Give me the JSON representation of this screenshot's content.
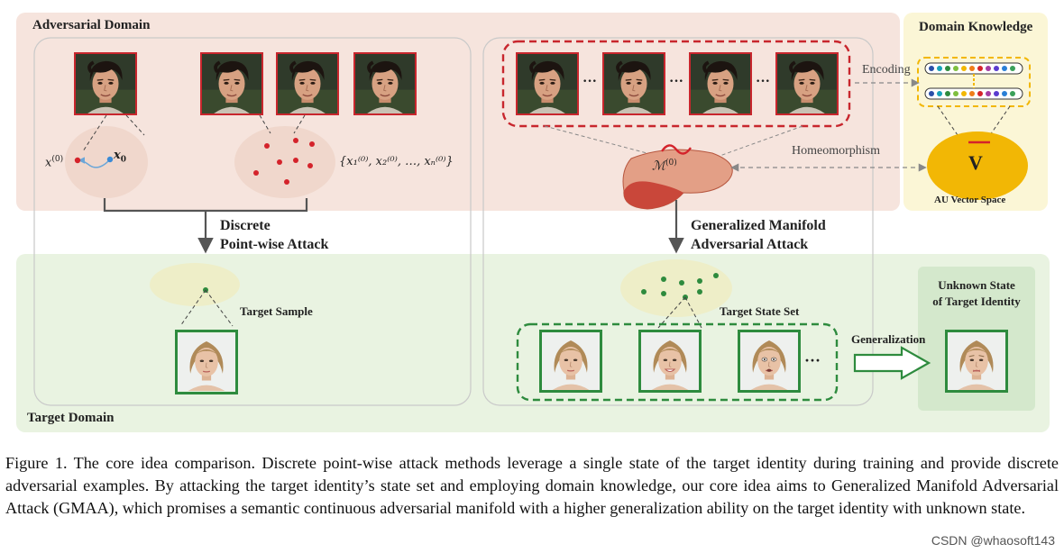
{
  "regions": {
    "adversarial_domain": "Adversarial Domain",
    "target_domain": "Target Domain",
    "domain_knowledge": "Domain Knowledge"
  },
  "left_panel": {
    "x0_label": "x",
    "x0_sup": "(0)",
    "x_orig_label": "x",
    "x_orig_sub": "0",
    "set_label": "{x₁⁽⁰⁾, x₂⁽⁰⁾, …, xₙ⁽⁰⁾}",
    "arrow_label_line1": "Discrete",
    "arrow_label_line2": "Point-wise Attack",
    "target_sample": "Target Sample"
  },
  "right_panel": {
    "manifold_label": "ℳ",
    "manifold_sup": "(0)",
    "dots": "···",
    "arrow_label_line1": "Generalized Manifold",
    "arrow_label_line2": "Adversarial Attack",
    "target_state_set": "Target State Set",
    "generalization": "Generalization",
    "unknown_state_line1": "Unknown State",
    "unknown_state_line2": "of Target Identity"
  },
  "knowledge_panel": {
    "encoding": "Encoding",
    "homeomorphism": "Homeomorphism",
    "v_label": "V",
    "au_vector_space": "AU Vector Space"
  },
  "colors": {
    "adversarial_bg": "#f6e4dd",
    "target_bg": "#e9f3e1",
    "knowledge_bg": "#fbf6d6",
    "red": "#c8262d",
    "green": "#2e8b3e",
    "yellow": "#f2b705"
  },
  "caption": "Figure 1. The core idea comparison. Discrete point-wise attack methods leverage a single state of the target identity during training and provide discrete adversarial examples. By attacking the target identity’s state set and employing domain knowledge, our core idea aims to Generalized Manifold Adversarial Attack (GMAA), which promises a semantic continuous adversarial manifold with a higher generalization ability on the target identity with unknown state.",
  "watermark": "CSDN @whaosoft143"
}
